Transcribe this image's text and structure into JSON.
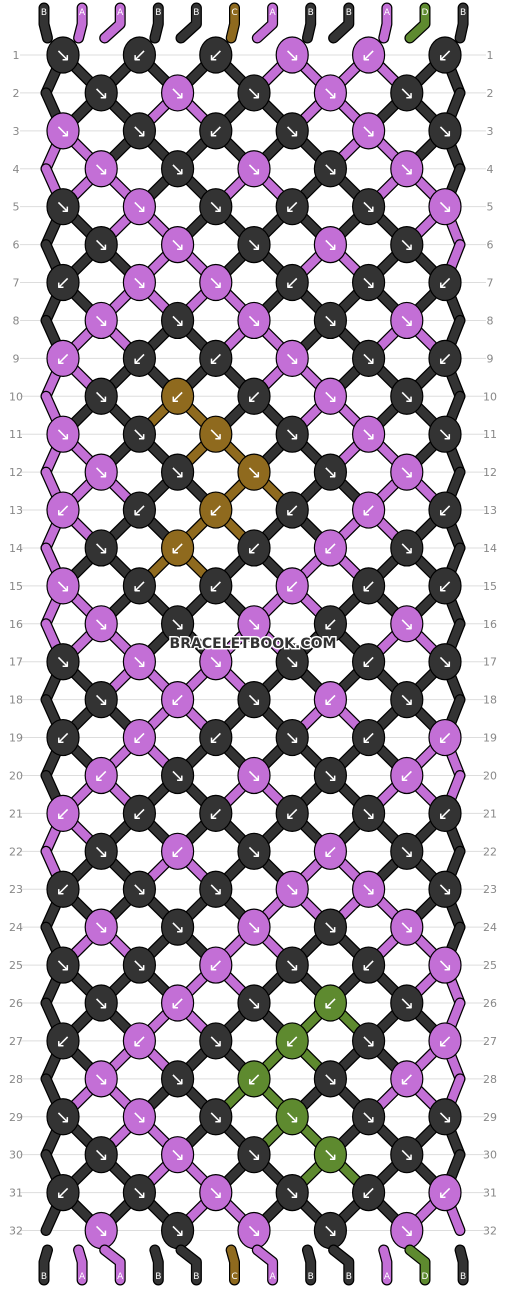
{
  "watermark": "BRACELETBOOK.COM",
  "colors": {
    "B": "#333333",
    "A": "#c36fd6",
    "C": "#8f6a1e",
    "D": "#5e8a2f"
  },
  "pattern": {
    "strings_top": [
      "B",
      "A",
      "A",
      "B",
      "B",
      "C",
      "A",
      "B",
      "B",
      "A",
      "D",
      "B"
    ],
    "strings_bottom": [
      "B",
      "A",
      "A",
      "B",
      "B",
      "C",
      "A",
      "B",
      "B",
      "A",
      "D",
      "B"
    ],
    "row_numbers": [
      "1",
      "2",
      "3",
      "4",
      "5",
      "6",
      "7",
      "8",
      "9",
      "10",
      "11",
      "12",
      "13",
      "14",
      "15",
      "16",
      "17",
      "18",
      "19",
      "20",
      "21",
      "22",
      "23",
      "24",
      "25",
      "26",
      "27",
      "28",
      "29",
      "30",
      "31",
      "32"
    ],
    "rows": [
      [
        [
          "B",
          "↘"
        ],
        [
          "B",
          "↙"
        ],
        [
          "B",
          "↙"
        ],
        [
          "A",
          "↘"
        ],
        [
          "A",
          "↙"
        ],
        [
          "B",
          "↙"
        ]
      ],
      [
        [
          "B",
          "↘"
        ],
        [
          "A",
          "↘"
        ],
        [
          "B",
          "↘"
        ],
        [
          "A",
          "↘"
        ],
        [
          "B",
          "↘"
        ]
      ],
      [
        [
          "A",
          "↘"
        ],
        [
          "B",
          "↘"
        ],
        [
          "B",
          "↙"
        ],
        [
          "B",
          "↘"
        ],
        [
          "A",
          "↘"
        ],
        [
          "B",
          "↘"
        ]
      ],
      [
        [
          "A",
          "↘"
        ],
        [
          "B",
          "↘"
        ],
        [
          "A",
          "↘"
        ],
        [
          "B",
          "↘"
        ],
        [
          "A",
          "↘"
        ]
      ],
      [
        [
          "B",
          "↘"
        ],
        [
          "A",
          "↘"
        ],
        [
          "B",
          "↘"
        ],
        [
          "B",
          "↙"
        ],
        [
          "B",
          "↘"
        ],
        [
          "A",
          "↘"
        ]
      ],
      [
        [
          "B",
          "↘"
        ],
        [
          "A",
          "↘"
        ],
        [
          "B",
          "↘"
        ],
        [
          "A",
          "↘"
        ],
        [
          "B",
          "↘"
        ]
      ],
      [
        [
          "B",
          "↙"
        ],
        [
          "A",
          "↘"
        ],
        [
          "A",
          "↘"
        ],
        [
          "B",
          "↙"
        ],
        [
          "B",
          "↘"
        ],
        [
          "B",
          "↙"
        ]
      ],
      [
        [
          "A",
          "↘"
        ],
        [
          "B",
          "↘"
        ],
        [
          "A",
          "↘"
        ],
        [
          "B",
          "↘"
        ],
        [
          "A",
          "↘"
        ]
      ],
      [
        [
          "A",
          "↙"
        ],
        [
          "B",
          "↙"
        ],
        [
          "B",
          "↙"
        ],
        [
          "A",
          "↘"
        ],
        [
          "B",
          "↘"
        ],
        [
          "B",
          "↙"
        ]
      ],
      [
        [
          "B",
          "↘"
        ],
        [
          "C",
          "↙"
        ],
        [
          "B",
          "↙"
        ],
        [
          "A",
          "↘"
        ],
        [
          "B",
          "↘"
        ]
      ],
      [
        [
          "A",
          "↘"
        ],
        [
          "B",
          "↘"
        ],
        [
          "C",
          "↘"
        ],
        [
          "B",
          "↘"
        ],
        [
          "A",
          "↘"
        ],
        [
          "B",
          "↘"
        ]
      ],
      [
        [
          "A",
          "↘"
        ],
        [
          "B",
          "↘"
        ],
        [
          "C",
          "↘"
        ],
        [
          "B",
          "↘"
        ],
        [
          "A",
          "↘"
        ]
      ],
      [
        [
          "A",
          "↙"
        ],
        [
          "B",
          "↙"
        ],
        [
          "C",
          "↙"
        ],
        [
          "B",
          "↙"
        ],
        [
          "A",
          "↙"
        ],
        [
          "B",
          "↙"
        ]
      ],
      [
        [
          "B",
          "↘"
        ],
        [
          "C",
          "↙"
        ],
        [
          "B",
          "↙"
        ],
        [
          "A",
          "↙"
        ],
        [
          "B",
          "↘"
        ]
      ],
      [
        [
          "A",
          "↘"
        ],
        [
          "B",
          "↙"
        ],
        [
          "B",
          "↙"
        ],
        [
          "A",
          "↙"
        ],
        [
          "B",
          "↙"
        ],
        [
          "B",
          "↙"
        ]
      ],
      [
        [
          "A",
          "↘"
        ],
        [
          "B",
          "↘"
        ],
        [
          "A",
          "↘"
        ],
        [
          "B",
          "↙"
        ],
        [
          "A",
          "↘"
        ]
      ],
      [
        [
          "B",
          "↘"
        ],
        [
          "A",
          "↘"
        ],
        [
          "A",
          "↘"
        ],
        [
          "B",
          "↘"
        ],
        [
          "B",
          "↙"
        ],
        [
          "B",
          "↘"
        ]
      ],
      [
        [
          "B",
          "↘"
        ],
        [
          "A",
          "↙"
        ],
        [
          "B",
          "↘"
        ],
        [
          "A",
          "↙"
        ],
        [
          "B",
          "↘"
        ]
      ],
      [
        [
          "B",
          "↙"
        ],
        [
          "A",
          "↙"
        ],
        [
          "B",
          "↙"
        ],
        [
          "B",
          "↘"
        ],
        [
          "B",
          "↙"
        ],
        [
          "A",
          "↙"
        ]
      ],
      [
        [
          "A",
          "↙"
        ],
        [
          "B",
          "↘"
        ],
        [
          "A",
          "↘"
        ],
        [
          "B",
          "↘"
        ],
        [
          "A",
          "↙"
        ]
      ],
      [
        [
          "A",
          "↙"
        ],
        [
          "B",
          "↙"
        ],
        [
          "B",
          "↙"
        ],
        [
          "B",
          "↙"
        ],
        [
          "B",
          "↘"
        ],
        [
          "B",
          "↙"
        ]
      ],
      [
        [
          "B",
          "↘"
        ],
        [
          "A",
          "↙"
        ],
        [
          "B",
          "↘"
        ],
        [
          "A",
          "↙"
        ],
        [
          "B",
          "↘"
        ]
      ],
      [
        [
          "B",
          "↙"
        ],
        [
          "B",
          "↘"
        ],
        [
          "B",
          "↘"
        ],
        [
          "A",
          "↘"
        ],
        [
          "A",
          "↘"
        ],
        [
          "B",
          "↘"
        ]
      ],
      [
        [
          "A",
          "↘"
        ],
        [
          "B",
          "↘"
        ],
        [
          "A",
          "↘"
        ],
        [
          "B",
          "↘"
        ],
        [
          "A",
          "↘"
        ]
      ],
      [
        [
          "B",
          "↘"
        ],
        [
          "B",
          "↘"
        ],
        [
          "A",
          "↙"
        ],
        [
          "B",
          "↘"
        ],
        [
          "B",
          "↙"
        ],
        [
          "A",
          "↘"
        ]
      ],
      [
        [
          "B",
          "↘"
        ],
        [
          "A",
          "↙"
        ],
        [
          "B",
          "↘"
        ],
        [
          "D",
          "↙"
        ],
        [
          "B",
          "↘"
        ]
      ],
      [
        [
          "B",
          "↙"
        ],
        [
          "A",
          "↙"
        ],
        [
          "B",
          "↘"
        ],
        [
          "D",
          "↙"
        ],
        [
          "B",
          "↘"
        ],
        [
          "A",
          "↙"
        ]
      ],
      [
        [
          "A",
          "↘"
        ],
        [
          "B",
          "↘"
        ],
        [
          "D",
          "↙"
        ],
        [
          "B",
          "↘"
        ],
        [
          "A",
          "↙"
        ]
      ],
      [
        [
          "B",
          "↘"
        ],
        [
          "A",
          "↘"
        ],
        [
          "B",
          "↘"
        ],
        [
          "D",
          "↘"
        ],
        [
          "B",
          "↘"
        ],
        [
          "B",
          "↘"
        ]
      ],
      [
        [
          "B",
          "↘"
        ],
        [
          "A",
          "↘"
        ],
        [
          "B",
          "↘"
        ],
        [
          "D",
          "↘"
        ],
        [
          "B",
          "↘"
        ]
      ],
      [
        [
          "B",
          "↙"
        ],
        [
          "B",
          "↘"
        ],
        [
          "A",
          "↘"
        ],
        [
          "B",
          "↘"
        ],
        [
          "B",
          "↙"
        ],
        [
          "A",
          "↙"
        ]
      ],
      [
        [
          "A",
          "↘"
        ],
        [
          "B",
          "↘"
        ],
        [
          "A",
          "↘"
        ],
        [
          "B",
          "↘"
        ],
        [
          "A",
          "↘"
        ]
      ]
    ]
  }
}
